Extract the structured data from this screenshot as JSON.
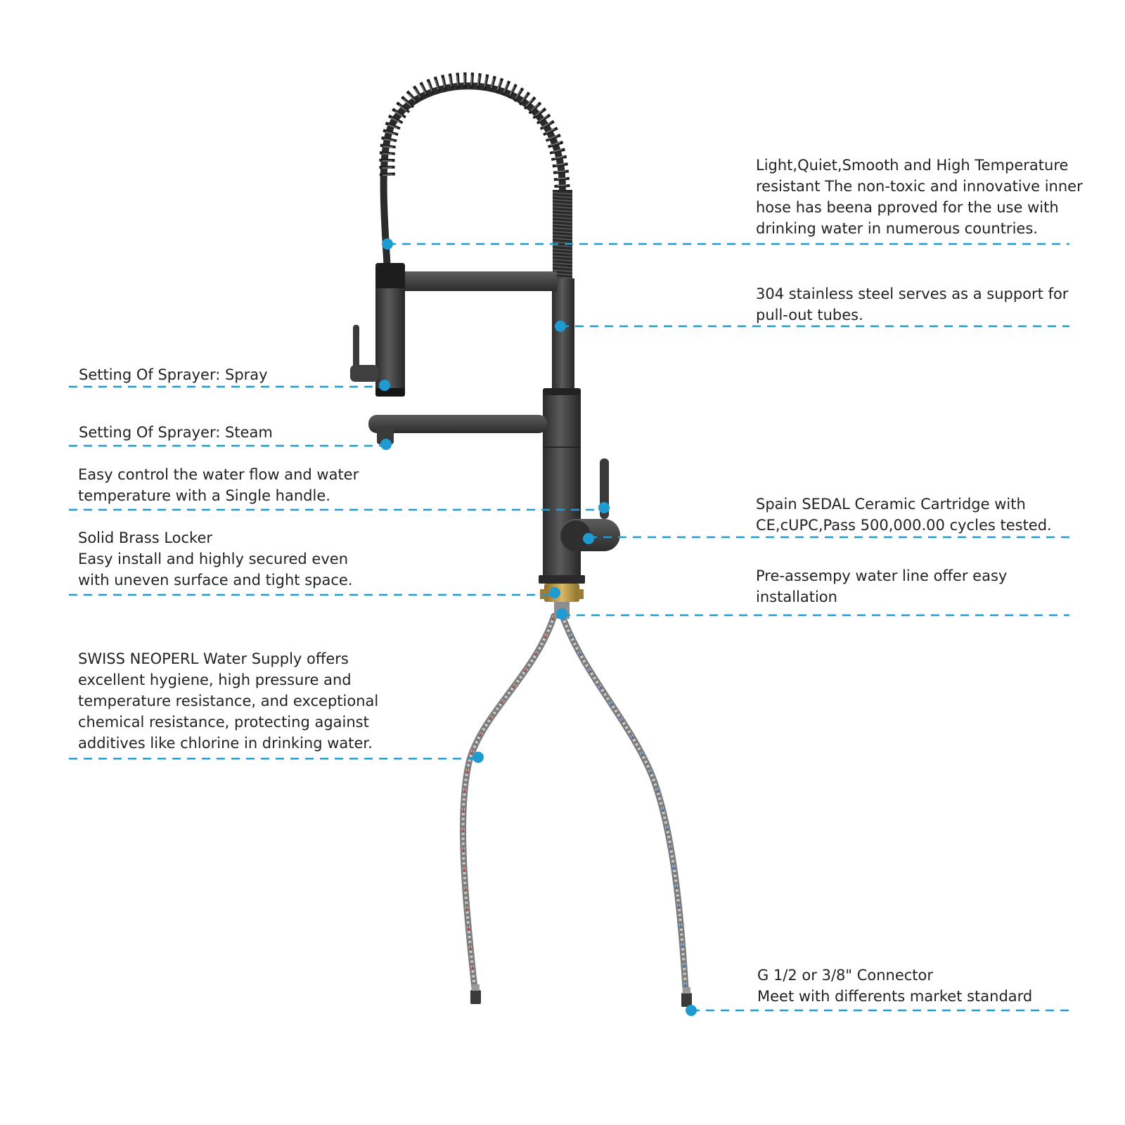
{
  "colors": {
    "leader_line": "#1f9bd1",
    "marker_dot": "#1f9bd1",
    "faucet_body": "#3a3a3a",
    "hose_outer": "#8a8a8a",
    "hose_trace_red": "#c0392b",
    "hose_trace_blue": "#2e6fc0",
    "brass": "#b08d3c",
    "text": "#222222"
  },
  "callouts": [
    {
      "id": "inner-hose",
      "lines": [
        "Light,Quiet,Smooth and High Temperature",
        "resistant The non-toxic and innovative inner",
        "hose has beena pproved for the use with",
        "drinking water in numerous countries."
      ]
    },
    {
      "id": "stainless-support",
      "lines": [
        "304 stainless steel serves as a support for",
        "pull-out tubes."
      ]
    },
    {
      "id": "sprayer-spray",
      "lines": [
        "Setting Of Sprayer: Spray"
      ]
    },
    {
      "id": "sprayer-steam",
      "lines": [
        "Setting Of Sprayer: Steam"
      ]
    },
    {
      "id": "single-handle",
      "lines": [
        "Easy control the water flow and water",
        "temperature with a Single handle."
      ]
    },
    {
      "id": "ceramic-cartridge",
      "lines": [
        "Spain SEDAL Ceramic Cartridge with",
        "CE,cUPC,Pass 500,000.00 cycles tested."
      ]
    },
    {
      "id": "brass-locker",
      "lines": [
        "Solid Brass Locker",
        "Easy install and highly secured even",
        "with uneven surface and tight space."
      ]
    },
    {
      "id": "water-line",
      "lines": [
        "Pre-assempy water line offer easy",
        "installation"
      ]
    },
    {
      "id": "water-supply",
      "lines": [
        "SWISS NEOPERL Water Supply offers",
        "excellent hygiene, high pressure and",
        "temperature resistance, and exceptional",
        "chemical resistance, protecting against",
        "additives like chlorine in drinking water."
      ]
    },
    {
      "id": "connector",
      "lines": [
        "G 1/2 or 3/8\" Connector",
        "Meet with differents market standard"
      ]
    }
  ]
}
